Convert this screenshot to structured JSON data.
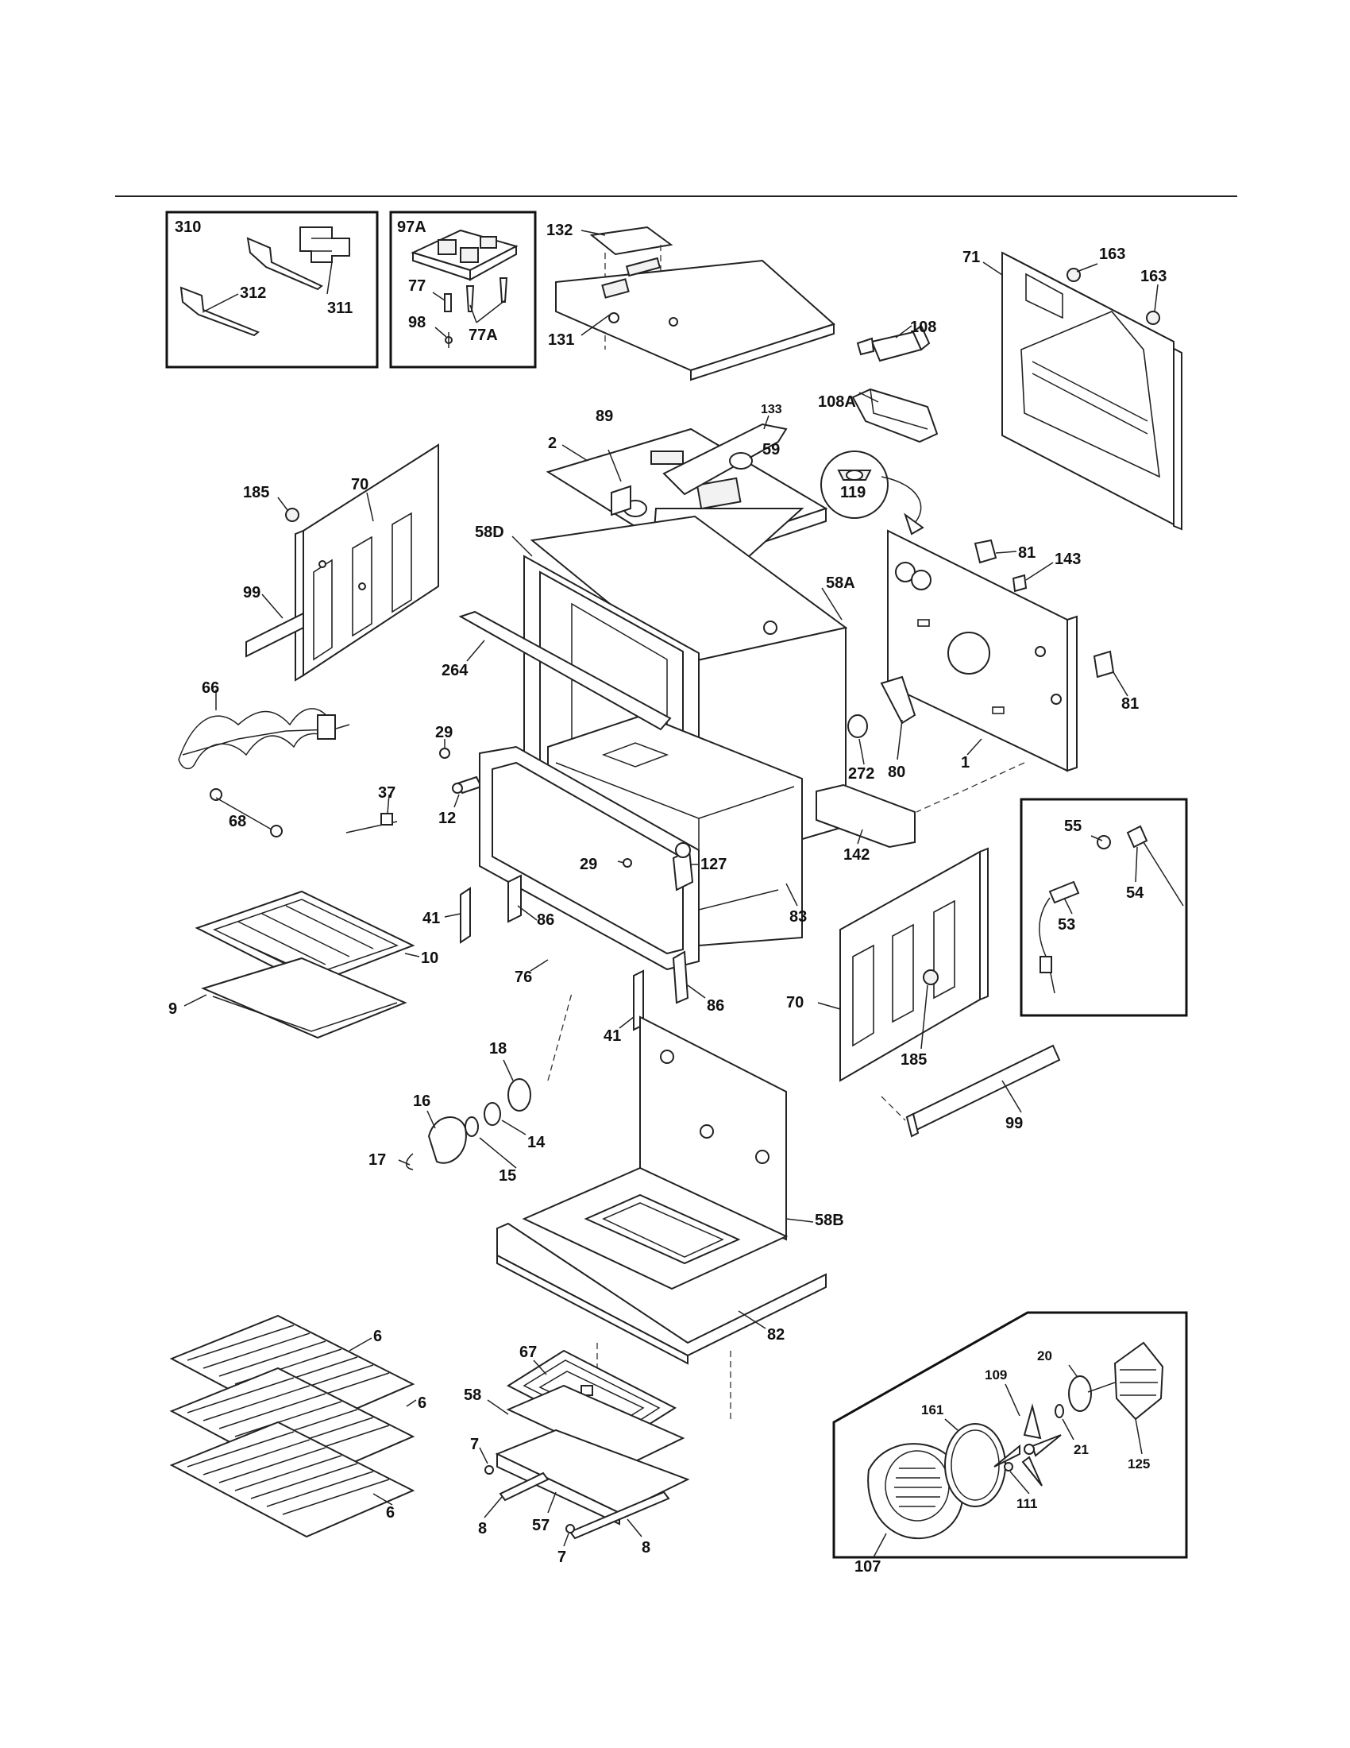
{
  "diagram": {
    "callouts": [
      "310",
      "311",
      "312",
      "97A",
      "77",
      "77A",
      "98",
      "132",
      "131",
      "133",
      "163",
      "163",
      "71",
      "108",
      "108A",
      "119",
      "2",
      "89",
      "59",
      "58D",
      "58A",
      "70",
      "185",
      "99",
      "264",
      "81",
      "143",
      "81",
      "66",
      "29",
      "12",
      "37",
      "68",
      "272",
      "80",
      "1",
      "41",
      "86",
      "29",
      "127",
      "142",
      "55",
      "54",
      "53",
      "10",
      "9",
      "76",
      "83",
      "70",
      "185",
      "86",
      "41",
      "18",
      "16",
      "14",
      "15",
      "17",
      "58B",
      "99",
      "6",
      "6",
      "6",
      "67",
      "58",
      "7",
      "8",
      "57",
      "7",
      "8",
      "82",
      "20",
      "109",
      "161",
      "21",
      "125",
      "111",
      "107"
    ]
  }
}
